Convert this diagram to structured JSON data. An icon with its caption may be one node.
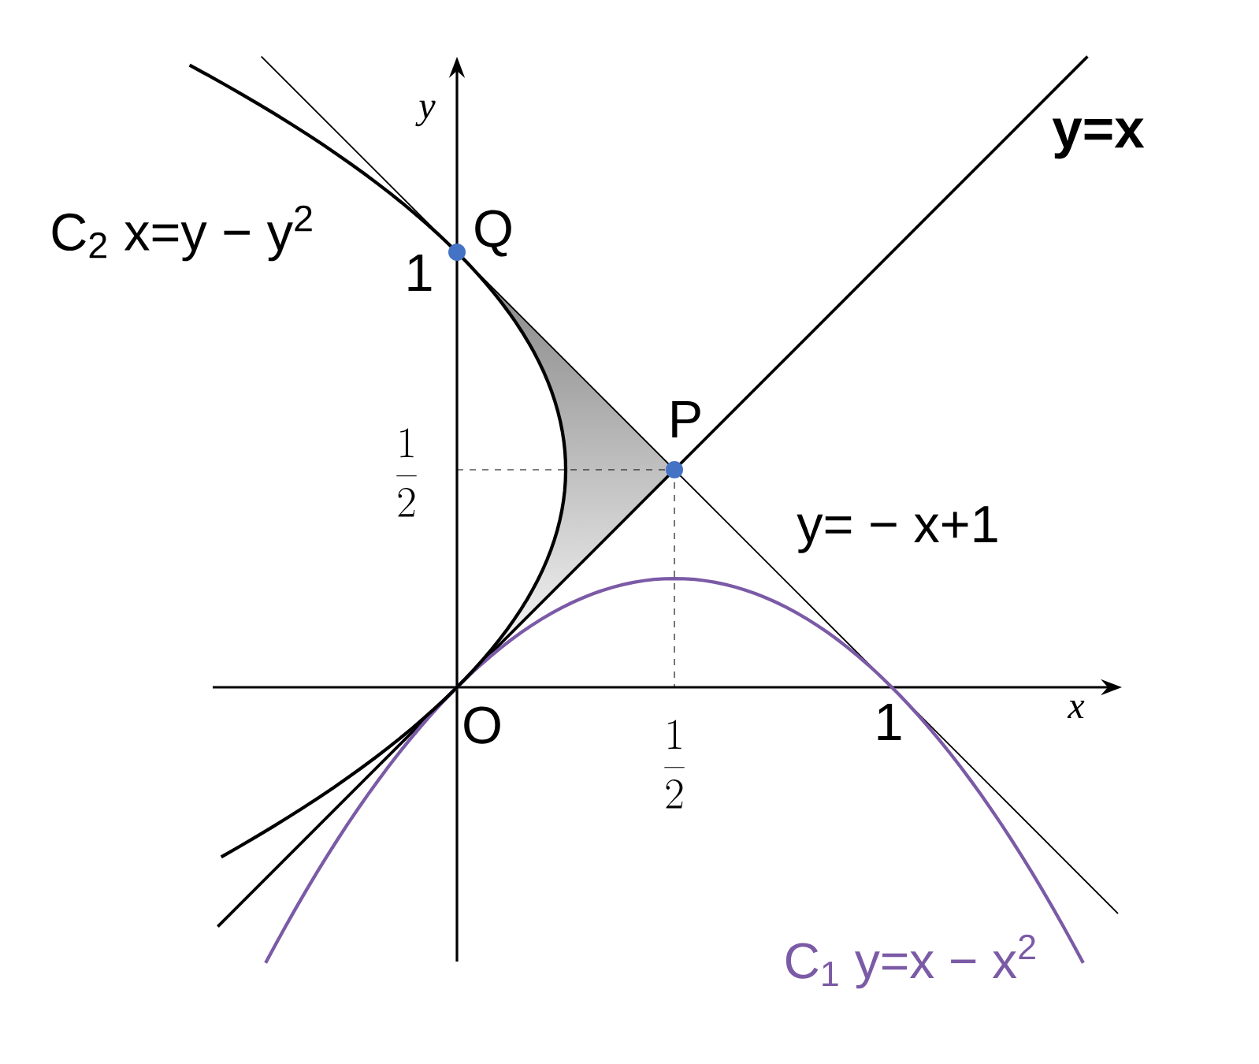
{
  "diagram": {
    "labels": [
      "y",
      "y=x",
      "C$_{2}$ x=y − y$^{2}$",
      "Q",
      "1",
      "P",
      "\\frac{1}{2}",
      "y= − x+1",
      "O",
      "\\frac{1}{2}",
      "1",
      "x",
      "C$_{1}$ y=x − x$^{2}$"
    ]
  }
}
